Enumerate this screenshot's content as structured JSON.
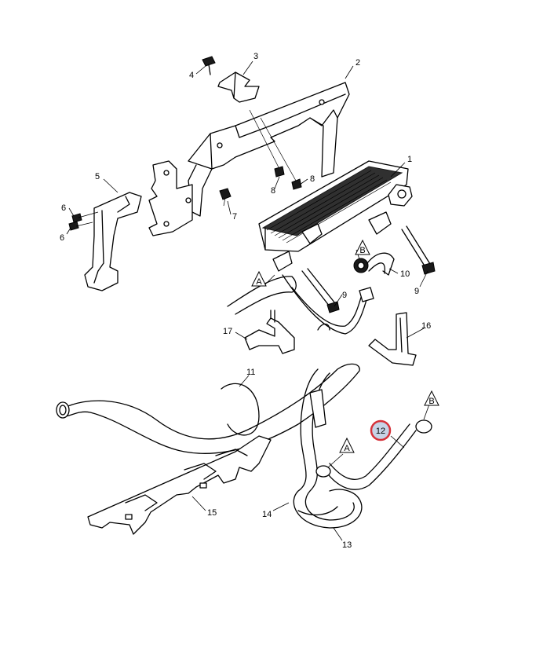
{
  "callouts": {
    "c1": "1",
    "c2": "2",
    "c3": "3",
    "c4": "4",
    "c5": "5",
    "c6a": "6",
    "c6b": "6",
    "c7": "7",
    "c8a": "8",
    "c8b": "8",
    "c9a": "9",
    "c9b": "9",
    "c10": "10",
    "c11": "11",
    "c12": "12",
    "c13": "13",
    "c14": "14",
    "c15": "15",
    "c16": "16",
    "c17": "17"
  },
  "refs": {
    "a1": "A",
    "b1": "B",
    "a2": "A",
    "b2": "B"
  },
  "colors": {
    "highlight_ring": "#d6323a",
    "highlight_fill": "#c7d3e6",
    "line": "#000000",
    "background": "#ffffff"
  }
}
